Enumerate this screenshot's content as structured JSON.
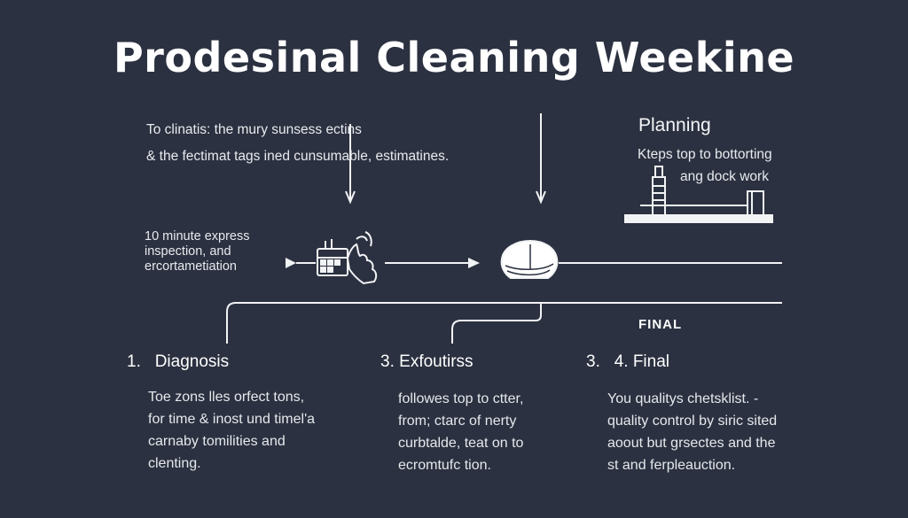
{
  "title": "Prodesinal Cleaning Weekine",
  "intro": {
    "line1": "To clinatis: the mury sunsess ectins",
    "line2": "& the fectimat tags ined cunsumable, estimatines."
  },
  "express": {
    "line1": "10 minute express",
    "line2": "inspection, and",
    "line3": "ercortametiation"
  },
  "planning": {
    "title": "Planning",
    "line1": "Kteps top to bottorting",
    "line2": "ang dock work"
  },
  "final_badge": "FINAL",
  "steps": [
    {
      "number": "1.",
      "title": "Diagnosis",
      "lines": [
        "Toe zons lles orfect tons,",
        "for time & inost und timel'a",
        "carnaby tomilities and",
        "clenting."
      ]
    },
    {
      "number": "3.",
      "title": "Exfoutirss",
      "lines": [
        "followes top to ctter,",
        "from; ctarc of nerty",
        "curbtalde, teat on to",
        "ecromtufc tion."
      ]
    },
    {
      "number": "3.",
      "title": "4. Final",
      "lines": [
        "You qualitys chetsklist. -",
        "quality control by siric sited",
        "aoout but grsectes and the",
        "st and ferpleauction."
      ]
    }
  ],
  "icons": [
    "control-panel-hand-icon",
    "cleaning-pad-icon",
    "workbench-icon"
  ],
  "colors": {
    "background": "#2b3140",
    "foreground": "#f2f3f5"
  }
}
